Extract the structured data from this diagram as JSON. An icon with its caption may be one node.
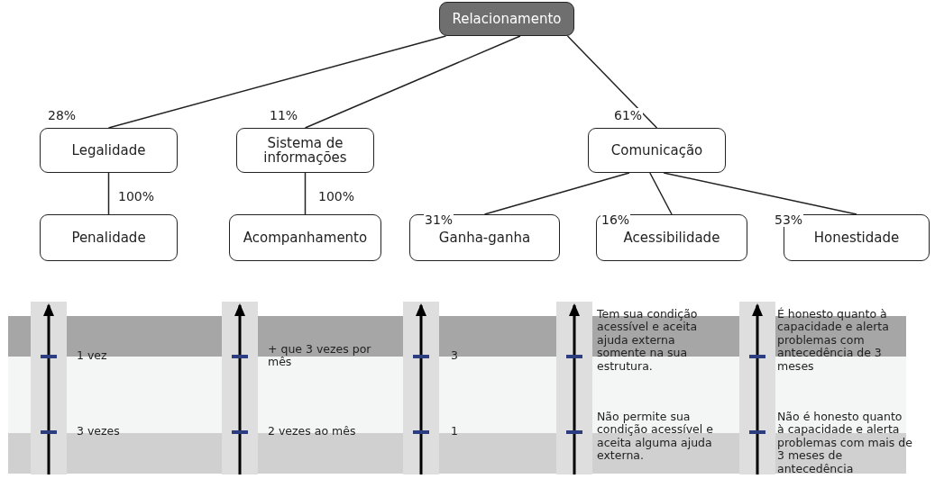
{
  "diagram": {
    "nodes": [
      {
        "text": [
          "Relacionamento"
        ]
      },
      {
        "text": [
          "Legalidade"
        ]
      },
      {
        "text": [
          "Sistema de informações"
        ]
      },
      {
        "text": [
          "Comunicação"
        ]
      },
      {
        "text": [
          "Penalidade"
        ]
      },
      {
        "text": [
          "Acompanhamento"
        ]
      },
      {
        "text": [
          "Ganha-ganha"
        ]
      },
      {
        "text": [
          "Acessibilidade"
        ]
      },
      {
        "text": [
          "Honestidade"
        ]
      }
    ],
    "edges": [
      {
        "from": 0,
        "to": 1,
        "arrow": "none",
        "label": "28%"
      },
      {
        "from": 0,
        "to": 2,
        "arrow": "none",
        "label": "11%"
      },
      {
        "from": 0,
        "to": 3,
        "arrow": "none",
        "label": "61%"
      },
      {
        "from": 1,
        "to": 4,
        "arrow": "none",
        "label": "100%"
      },
      {
        "from": 2,
        "to": 5,
        "arrow": "none",
        "label": "100%"
      },
      {
        "from": 3,
        "to": 6,
        "arrow": "none",
        "label": "31%"
      },
      {
        "from": 3,
        "to": 7,
        "arrow": "none",
        "label": "16%"
      },
      {
        "from": 3,
        "to": 8,
        "arrow": "none",
        "label": "53%"
      }
    ],
    "labels": [
      "1 vez",
      "+ que 3 vezes por mês",
      "3",
      "Tem sua condição acessível e aceita ajuda externa somente na sua estrutura.",
      "É honesto quanto à capacidade e alerta problemas com antecedência de 3 meses",
      "3 vezes",
      "2 vezes ao mês",
      "1",
      "Não permite sua condição acessível e aceita alguma ajuda externa.",
      "Não é honesto quanto à capacidade e alerta problemas com mais de 3 meses de antecedência"
    ]
  }
}
